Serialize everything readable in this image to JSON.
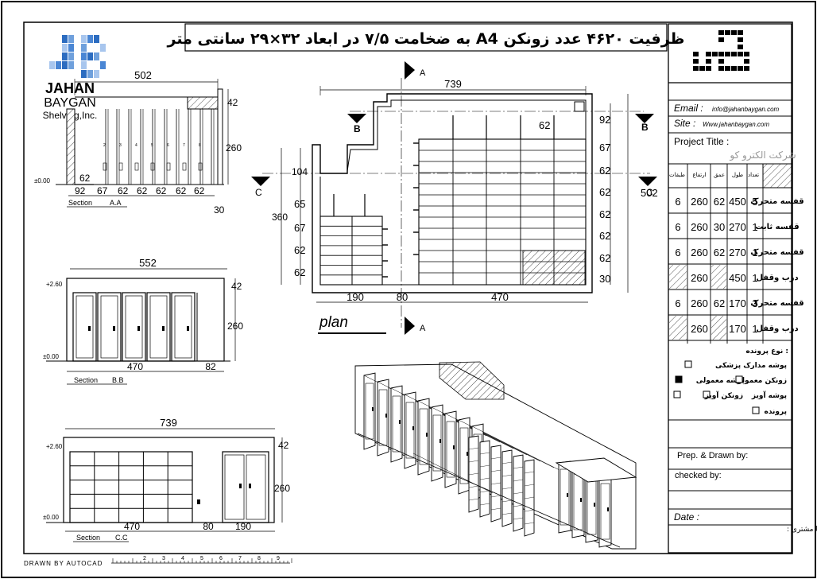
{
  "title_persian": "ظرفیت ۴۶۲۰ عدد زونکن A4 به ضخامت ۷/۵ در ابعاد ۳۲×۲۹ سانتی متر",
  "logo": {
    "line1": "JAHAN",
    "line2": "BAYGAN",
    "line3": "Shelving,Inc.",
    "icon": "jb-logo-icon"
  },
  "section_aa": {
    "top_dim": "502",
    "right_top": "42",
    "right_height": "260",
    "level_zero": "±0.00",
    "bottom_dims": [
      "92",
      "67",
      "62",
      "62",
      "62",
      "62",
      "62"
    ],
    "inner_dim": "62",
    "right_bottom": "30",
    "label": "Section",
    "label_id": "A.A"
  },
  "section_bb": {
    "top_dim": "552",
    "right_top": "42",
    "right_height": "260",
    "level_top": "+2.60",
    "level_zero": "±0.00",
    "bottom_dim_1": "470",
    "bottom_dim_2": "82",
    "label": "Section",
    "label_id": "B.B"
  },
  "section_cc": {
    "top_dim": "739",
    "right_top": "42",
    "right_height": "260",
    "level_top": "+2.60",
    "level_zero": "±0.00",
    "bottom_dims": [
      "470",
      "80",
      "190"
    ],
    "label": "Section",
    "label_id": "C.C"
  },
  "plan": {
    "top_dim": "739",
    "right_dims": [
      "92",
      "67",
      "62",
      "62",
      "62",
      "62",
      "62",
      "30"
    ],
    "right_total": "502",
    "left_top": "104",
    "left_total": "360",
    "left_dims": [
      "65",
      "67",
      "62",
      "62"
    ],
    "bottom_dims": [
      "190",
      "80",
      "470"
    ],
    "inner_dim": "62",
    "label": "plan",
    "marker_a": "A",
    "marker_b": "B",
    "marker_c": "C"
  },
  "title_block": {
    "email_label": "Email :",
    "email_value": "info@jahanbaygan.com",
    "site_label": "Site :",
    "site_value": "Www.jahanbaygan.com",
    "project_label": "Project Title :",
    "project_value": "شرکت الکترو کو",
    "table_headers": [
      "تعداد",
      "طول",
      "عمق",
      "ارتفاع",
      "طبقات"
    ],
    "rows": [
      {
        "type": "قفسه متحرک",
        "count": "5",
        "length": "450",
        "depth": "62",
        "height": "260",
        "shelves": "6"
      },
      {
        "type": "قفسه ثابت",
        "count": "1",
        "length": "270",
        "depth": "30",
        "height": "260",
        "shelves": "6"
      },
      {
        "type": "قفسه متحرک",
        "count": "1",
        "length": "270",
        "depth": "62",
        "height": "260",
        "shelves": "6"
      },
      {
        "type": "درب وقفل",
        "count": "1",
        "length": "450",
        "depth": "",
        "height": "260",
        "shelves": ""
      },
      {
        "type": "قفسه متحرک",
        "count": "3",
        "length": "170",
        "depth": "62",
        "height": "260",
        "shelves": "6"
      },
      {
        "type": "درب وقفل",
        "count": "1",
        "length": "170",
        "depth": "",
        "height": "260",
        "shelves": ""
      }
    ],
    "file_type_title": "نوع پرونده :",
    "file_options": [
      "پوشه مدارک پزشکی",
      "پوشه معمولی",
      "زونکن معمولی",
      "پوشه آویز",
      "زونکن آویز",
      "پرونده"
    ],
    "prep_label": "Prep. & Drawn by:",
    "checked_label": "checked by:",
    "date_label": "Date :",
    "signature_label": "مهر و امضا مشتری :"
  },
  "footer": {
    "drawn_by": "DRAWN BY AUTOCAD",
    "scale_labels": [
      "2",
      "3",
      "4",
      "5",
      "6",
      "7",
      "8",
      "9"
    ]
  }
}
